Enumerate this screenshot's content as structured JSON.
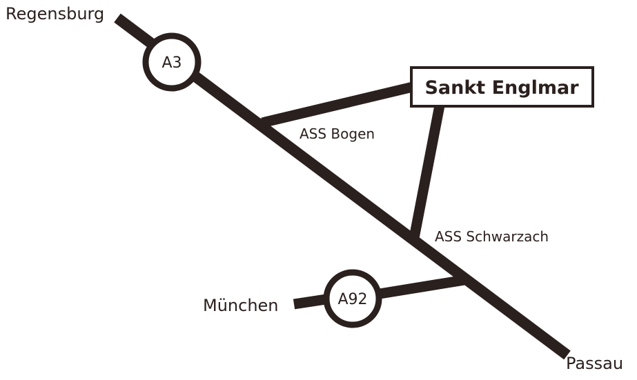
{
  "colors": {
    "road": "#2a201e",
    "background": "#ffffff"
  },
  "places": {
    "regensburg": "Regensburg",
    "passau": "Passau",
    "muenchen": "München"
  },
  "destination": {
    "label": "Sankt Englmar"
  },
  "exits": {
    "bogen": "ASS Bogen",
    "schwarzach": "ASS Schwarzach"
  },
  "shields": {
    "a3": "A3",
    "a92": "A92"
  }
}
